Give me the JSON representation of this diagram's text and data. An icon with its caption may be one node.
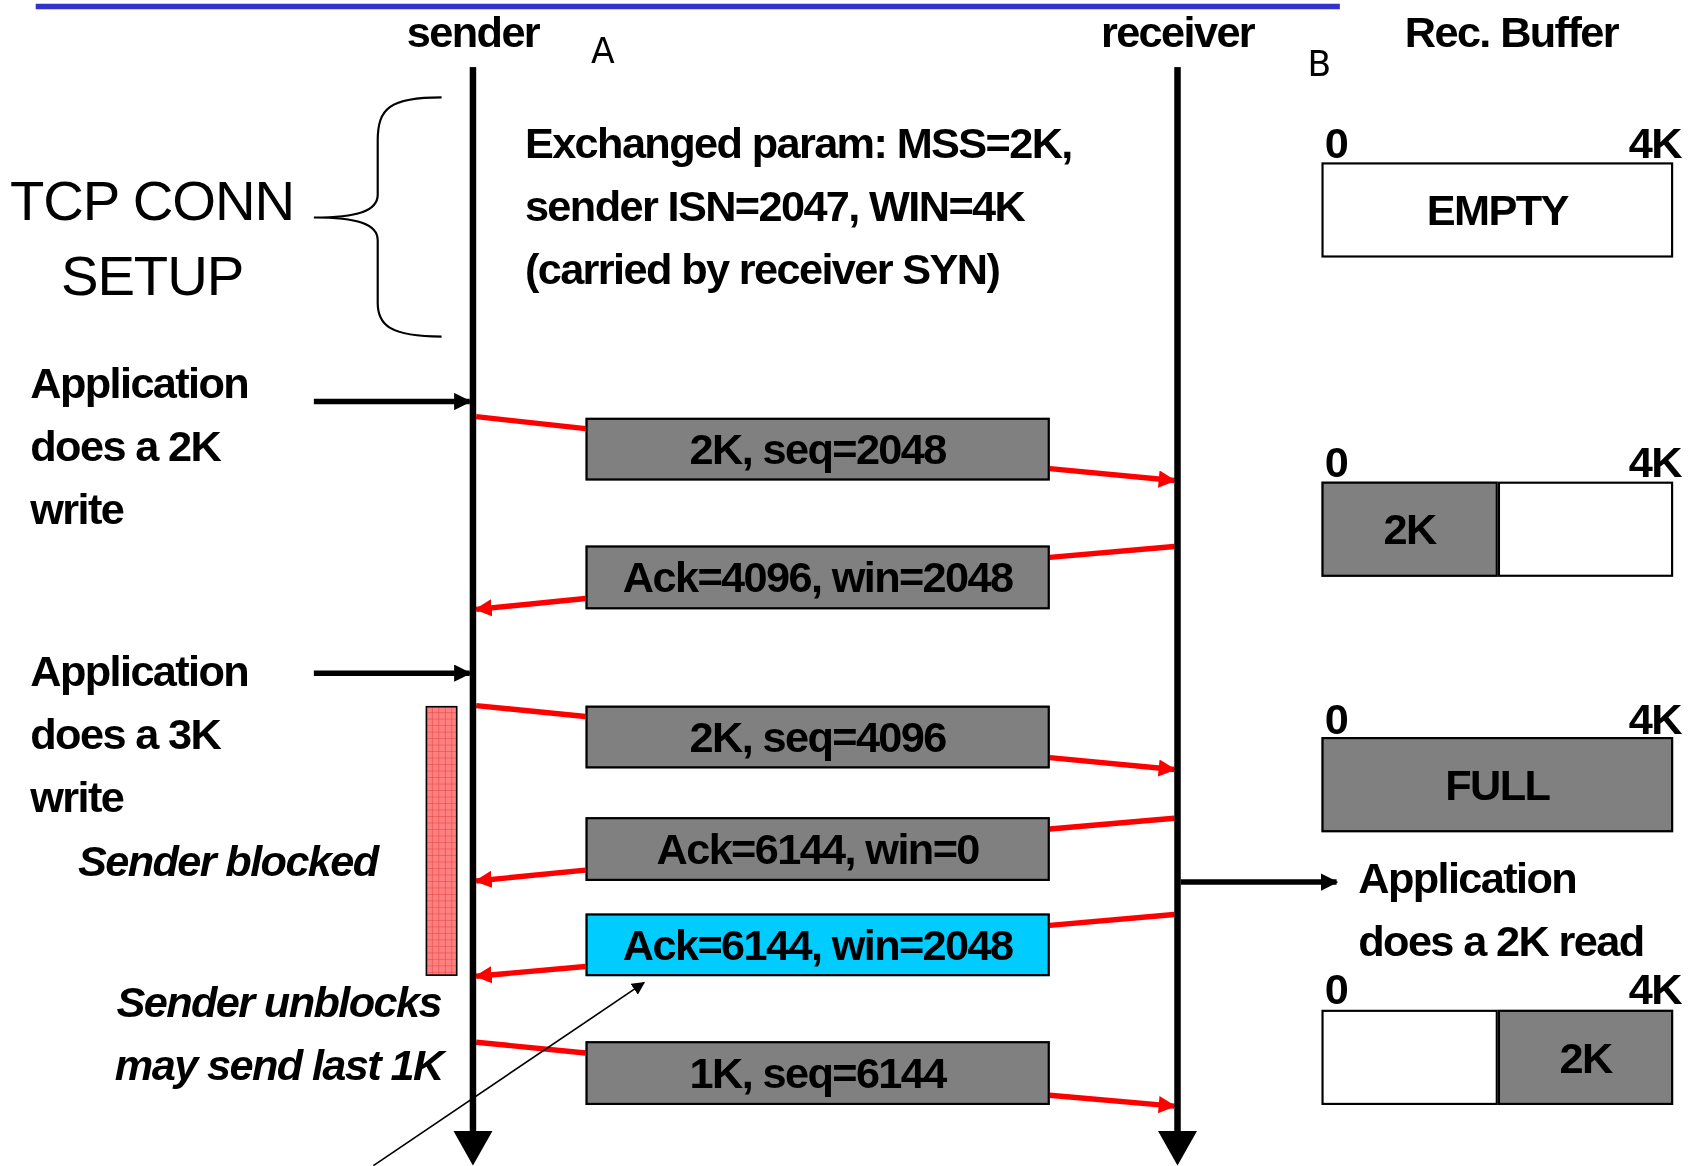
{
  "diagram": {
    "nodes": [
      {
        "text": [
          "sender"
        ]
      },
      {
        "text": [
          "receiver"
        ]
      },
      {
        "text": [
          "Application does a 2K write"
        ]
      },
      {
        "text": [
          "2K, seq=2048"
        ]
      },
      {
        "text": [
          "Ack=4096, win=2048"
        ]
      },
      {
        "text": [
          "Application does a 3K write"
        ]
      },
      {
        "text": [
          "2K, seq=4096"
        ]
      },
      {
        "text": [
          "Ack=6144, win=0"
        ]
      },
      {
        "text": [
          "Application does a 2K read"
        ]
      },
      {
        "text": [
          "Ack=6144, win=2048"
        ]
      },
      {
        "text": [
          "1K, seq=6144"
        ]
      },
      {
        "text": [
          "EMPTY"
        ]
      },
      {
        "text": [
          "2K"
        ]
      },
      {
        "text": [],
        "shape": "box"
      },
      {
        "text": [
          "FULL"
        ]
      },
      {
        "text": [],
        "shape": "box"
      },
      {
        "text": [
          "2K"
        ]
      },
      {
        "text": [],
        "shape": "bar"
      }
    ],
    "edges": [
      {
        "from": 2,
        "to": 0,
        "arrow": "to",
        "color": "#000000"
      },
      {
        "from": 0,
        "to": 3,
        "arrow": "none"
      },
      {
        "from": 3,
        "to": 1,
        "arrow": "to"
      },
      {
        "from": 1,
        "to": 4,
        "arrow": "none"
      },
      {
        "from": 4,
        "to": 0,
        "arrow": "to"
      },
      {
        "from": 5,
        "to": 0,
        "arrow": "to",
        "color": "#000000"
      },
      {
        "from": 0,
        "to": 6,
        "arrow": "none"
      },
      {
        "from": 6,
        "to": 1,
        "arrow": "to"
      },
      {
        "from": 1,
        "to": 7,
        "arrow": "none"
      },
      {
        "from": 7,
        "to": 0,
        "arrow": "to"
      },
      {
        "from": 1,
        "to": 8,
        "arrow": "to",
        "color": "#000000"
      },
      {
        "from": 1,
        "to": 9,
        "arrow": "none"
      },
      {
        "from": 9,
        "to": 0,
        "arrow": "to"
      },
      {
        "from": 0,
        "to": 10,
        "arrow": "none"
      },
      {
        "from": 10,
        "to": 1,
        "arrow": "to"
      },
      {
        "from": null,
        "to": 9,
        "arrow": "to",
        "color": "#000000"
      }
    ],
    "labels": [
      "A",
      "B",
      "Rec. Buffer",
      "0",
      "4K",
      "TCP CONN SETUP",
      "Exchanged param: MSS=2K, sender ISN=2047, WIN=4K (carried by receiver SYN)",
      "0",
      "4K",
      "0",
      "4K",
      "Sender blocked",
      "0",
      "4K",
      "Sender unblocks may send last 1K"
    ]
  }
}
